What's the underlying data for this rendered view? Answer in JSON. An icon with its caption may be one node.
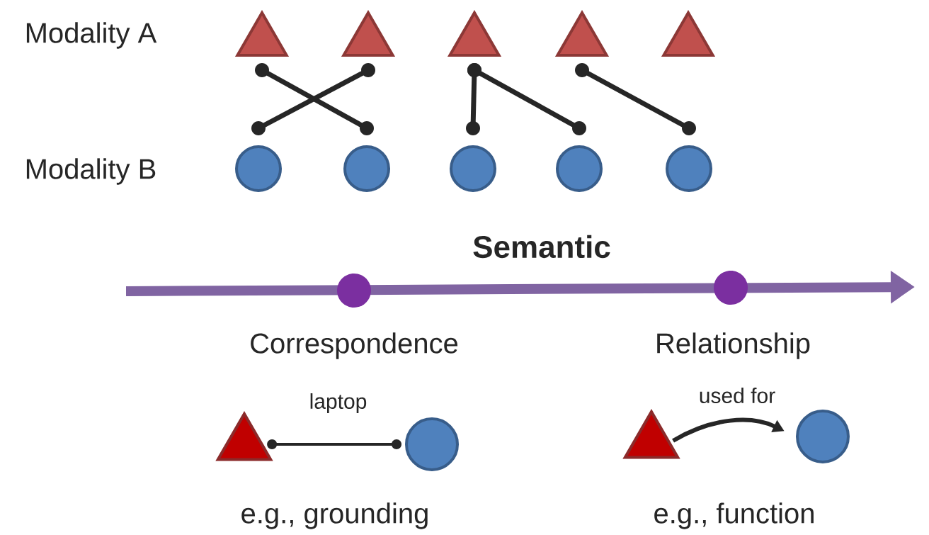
{
  "diagram": {
    "nodes": [
      {
        "text": [],
        "shape": "triangle"
      },
      {
        "text": [],
        "shape": "triangle"
      },
      {
        "text": [],
        "shape": "triangle"
      },
      {
        "text": [],
        "shape": "triangle"
      },
      {
        "text": [],
        "shape": "triangle"
      },
      {
        "text": [],
        "shape": "circle"
      },
      {
        "text": [],
        "shape": "circle"
      },
      {
        "text": [],
        "shape": "circle"
      },
      {
        "text": [],
        "shape": "circle"
      },
      {
        "text": [],
        "shape": "circle"
      },
      {
        "text": [],
        "shape": "triangle"
      },
      {
        "text": [],
        "shape": "circle"
      },
      {
        "text": [],
        "shape": "triangle"
      },
      {
        "text": [],
        "shape": "circle"
      }
    ],
    "edges": [
      {
        "from": 0,
        "to": 6,
        "arrow": "other"
      },
      {
        "from": 1,
        "to": 5,
        "arrow": "other"
      },
      {
        "from": 2,
        "to": 7,
        "arrow": "other"
      },
      {
        "from": 2,
        "to": 8,
        "arrow": "other"
      },
      {
        "from": 3,
        "to": 9,
        "arrow": "other"
      },
      {
        "from": 10,
        "to": 11,
        "arrow": "other",
        "label": "laptop"
      },
      {
        "from": 12,
        "to": 13,
        "arrow": "to",
        "label": "used for"
      }
    ],
    "labels": [
      "Modality A",
      "Modality B",
      "Semantic",
      "Correspondence",
      "Relationship",
      "e.g., grounding",
      "e.g., function"
    ]
  }
}
